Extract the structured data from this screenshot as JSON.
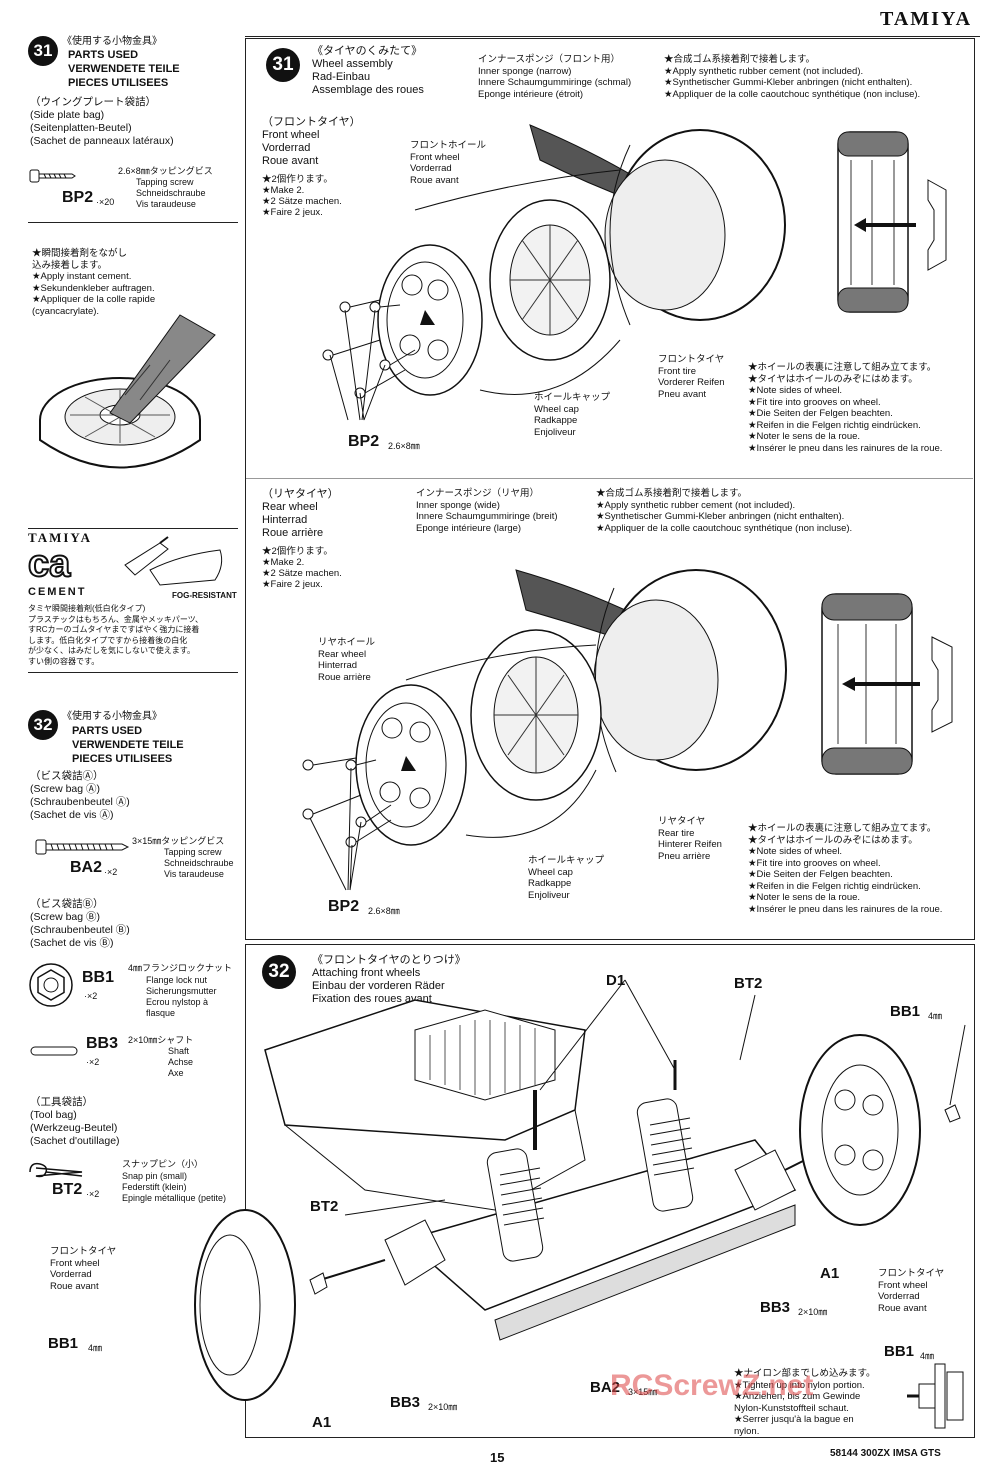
{
  "header": {
    "brand": "TAMIYA"
  },
  "sidebar": {
    "s31": {
      "num": "31",
      "title_jp": "《使用する小物金具》",
      "title": [
        "PARTS USED",
        "VERWENDETE TEILE",
        "PIECES UTILISEES"
      ],
      "bag": [
        "（ウイングプレート袋詰）",
        "(Side plate bag)",
        "(Seitenplatten-Beutel)",
        "(Sachet de panneaux latéraux)"
      ],
      "part": {
        "code": "BP2",
        "qty": "·×20",
        "size": "2.6×8㎜タッピングビス",
        "names": [
          "Tapping screw",
          "Schneidschraube",
          "Vis taraudeuse"
        ]
      },
      "glue_note": [
        "★瞬間接着剤をながし",
        "込み接着します。",
        "★Apply instant cement.",
        "★Sekundenkleber auftragen.",
        "★Appliquer de la colle rapide",
        "(cyancacrylate)."
      ]
    },
    "cement": {
      "logo_top": "TAMIYA",
      "logo_mid": "ca",
      "logo_bot": "CEMENT",
      "tag": "FOG-RESISTANT",
      "text": [
        "タミヤ瞬間接着剤(低白化タイプ)",
        "プラスチックはもちろん、金属やメッキパーツ、",
        "すRCカーのゴムタイヤまですばやく強力に接着",
        "します。低白化タイプですから接着後の白化",
        "が少なく、はみだしを気にしないで使えます。",
        "すい側の容器です。"
      ]
    },
    "s32": {
      "num": "32",
      "title_jp": "《使用する小物金具》",
      "title": [
        "PARTS USED",
        "VERWENDETE TEILE",
        "PIECES UTILISEES"
      ],
      "bag_a": [
        "（ビス袋詰Ⓐ）",
        "(Screw bag Ⓐ)",
        "(Schraubenbeutel Ⓐ)",
        "(Sachet de vis Ⓐ)"
      ],
      "ba2": {
        "code": "BA2",
        "qty": "·×2",
        "size": "3×15㎜タッピングビス",
        "names": [
          "Tapping screw",
          "Schneidschraube",
          "Vis taraudeuse"
        ]
      },
      "bag_b": [
        "（ビス袋詰Ⓑ）",
        "(Screw bag Ⓑ)",
        "(Schraubenbeutel Ⓑ)",
        "(Sachet de vis Ⓑ)"
      ],
      "bb1": {
        "code": "BB1",
        "qty": "·×2",
        "size": "4㎜フランジロックナット",
        "names": [
          "Flange lock nut",
          "Sicherungsmutter",
          "Ecrou nylstop à",
          "flasque"
        ]
      },
      "bb3": {
        "code": "BB3",
        "qty": "·×2",
        "size": "2×10㎜シャフト",
        "names": [
          "Shaft",
          "Achse",
          "Axe"
        ]
      },
      "bag_t": [
        "（工具袋詰）",
        "(Tool bag)",
        "(Werkzeug-Beutel)",
        "(Sachet d'outillage)"
      ],
      "bt2": {
        "code": "BT2",
        "qty": "·×2",
        "size": "スナップピン（小）",
        "names": [
          "Snap pin (small)",
          "Federstift (klein)",
          "Epingle métallique (petite)"
        ]
      }
    }
  },
  "step31": {
    "num": "31",
    "title": [
      "《タイヤのくみたて》",
      "Wheel assembly",
      "Rad-Einbau",
      "Assemblage des roues"
    ],
    "front": {
      "label": [
        "（フロントタイヤ）",
        "Front wheel",
        "Vorderrad",
        "Roue avant"
      ],
      "make": [
        "★2個作ります。",
        "★Make 2.",
        "★2 Sätze machen.",
        "★Faire 2 jeux."
      ],
      "sponge": [
        "インナースポンジ（フロント用）",
        "Inner sponge (narrow)",
        "Innere Schaumgummiringe (schmal)",
        "Eponge intérieure (étroit)"
      ],
      "cement": [
        "★合成ゴム系接着剤で接着します。",
        "★Apply synthetic rubber cement (not included).",
        "★Synthetischer Gummi-Kleber anbringen (nicht enthalten).",
        "★Appliquer de la colle caoutchouc synthétique (non incluse)."
      ],
      "wheel": [
        "フロントホイール",
        "Front wheel",
        "Vorderrad",
        "Roue avant"
      ],
      "tire": [
        "フロントタイヤ",
        "Front tire",
        "Vorderer Reifen",
        "Pneu avant"
      ],
      "cap": [
        "ホイールキャップ",
        "Wheel cap",
        "Radkappe",
        "Enjoliveur"
      ],
      "notes": [
        "★ホイールの表裏に注意して組み立てます。",
        "★タイヤはホイールのみぞにはめます。",
        "★Note sides of wheel.",
        "★Fit tire into grooves on wheel.",
        "★Die Seiten der Felgen beachten.",
        "★Reifen in die Felgen richtig eindrücken.",
        "★Noter le sens de la roue.",
        "★Insérer le pneu dans les rainures de la roue."
      ],
      "bp2": "BP2",
      "bp2_size": "2.6×8㎜"
    },
    "rear": {
      "label": [
        "（リヤタイヤ）",
        "Rear wheel",
        "Hinterrad",
        "Roue arrière"
      ],
      "make": [
        "★2個作ります。",
        "★Make 2.",
        "★2 Sätze machen.",
        "★Faire 2 jeux."
      ],
      "sponge": [
        "インナースポンジ（リヤ用）",
        "Inner sponge (wide)",
        "Innere Schaumgummiringe (breit)",
        "Eponge intérieure (large)"
      ],
      "cement": [
        "★合成ゴム系接着剤で接着します。",
        "★Apply synthetic rubber cement (not included).",
        "★Synthetischer Gummi-Kleber anbringen (nicht enthalten).",
        "★Appliquer de la colle caoutchouc synthétique (non incluse)."
      ],
      "wheel": [
        "リヤホイール",
        "Rear wheel",
        "Hinterrad",
        "Roue arrière"
      ],
      "tire": [
        "リヤタイヤ",
        "Rear tire",
        "Hinterer Reifen",
        "Pneu arrière"
      ],
      "cap": [
        "ホイールキャップ",
        "Wheel cap",
        "Radkappe",
        "Enjoliveur"
      ],
      "notes": [
        "★ホイールの表裏に注意して組み立てます。",
        "★タイヤはホイールのみぞにはめます。",
        "★Note sides of wheel.",
        "★Fit tire into grooves on wheel.",
        "★Die Seiten der Felgen beachten.",
        "★Reifen in die Felgen richtig eindrücken.",
        "★Noter le sens de la roue.",
        "★Insérer le pneu dans les rainures de la roue."
      ],
      "bp2": "BP2",
      "bp2_size": "2.6×8㎜"
    }
  },
  "step32": {
    "num": "32",
    "title": [
      "《フロントタイヤのとりつけ》",
      "Attaching front wheels",
      "Einbau der vorderen Räder",
      "Fixation des roues avant"
    ],
    "labels": {
      "d1": "D1",
      "bt2_top": "BT2",
      "bb1_top": "BB1",
      "bb1_top_size": "4㎜",
      "bt2_left": "BT2",
      "a1_right": "A1",
      "bb3_right": "BB3",
      "bb3_right_size": "2×10㎜",
      "bb1_left": "BB1",
      "bb1_left_size": "4㎜",
      "a1_left": "A1",
      "bb3_bottom": "BB3",
      "bb3_bottom_size": "2×10㎜",
      "ba2": "BA2",
      "ba2_size": "3×15㎜",
      "bb1_inset": "BB1",
      "bb1_inset_size": "4㎜"
    },
    "tire_left": [
      "フロントタイヤ",
      "Front wheel",
      "Vorderrad",
      "Roue avant"
    ],
    "tire_right": [
      "フロントタイヤ",
      "Front wheel",
      "Vorderrad",
      "Roue avant"
    ],
    "nylon_note": [
      "★ナイロン部までしめ込みます。",
      "★Tighten up into nylon portion.",
      "★Anziehen, bis zum Gewinde",
      "Nylon-Kunststoffteil schaut.",
      "★Serrer jusqu'à la bague en",
      "nylon."
    ]
  },
  "footer": {
    "page": "15",
    "model": "58144 300ZX IMSA GTS",
    "watermark": "RCScrewZ.net"
  }
}
